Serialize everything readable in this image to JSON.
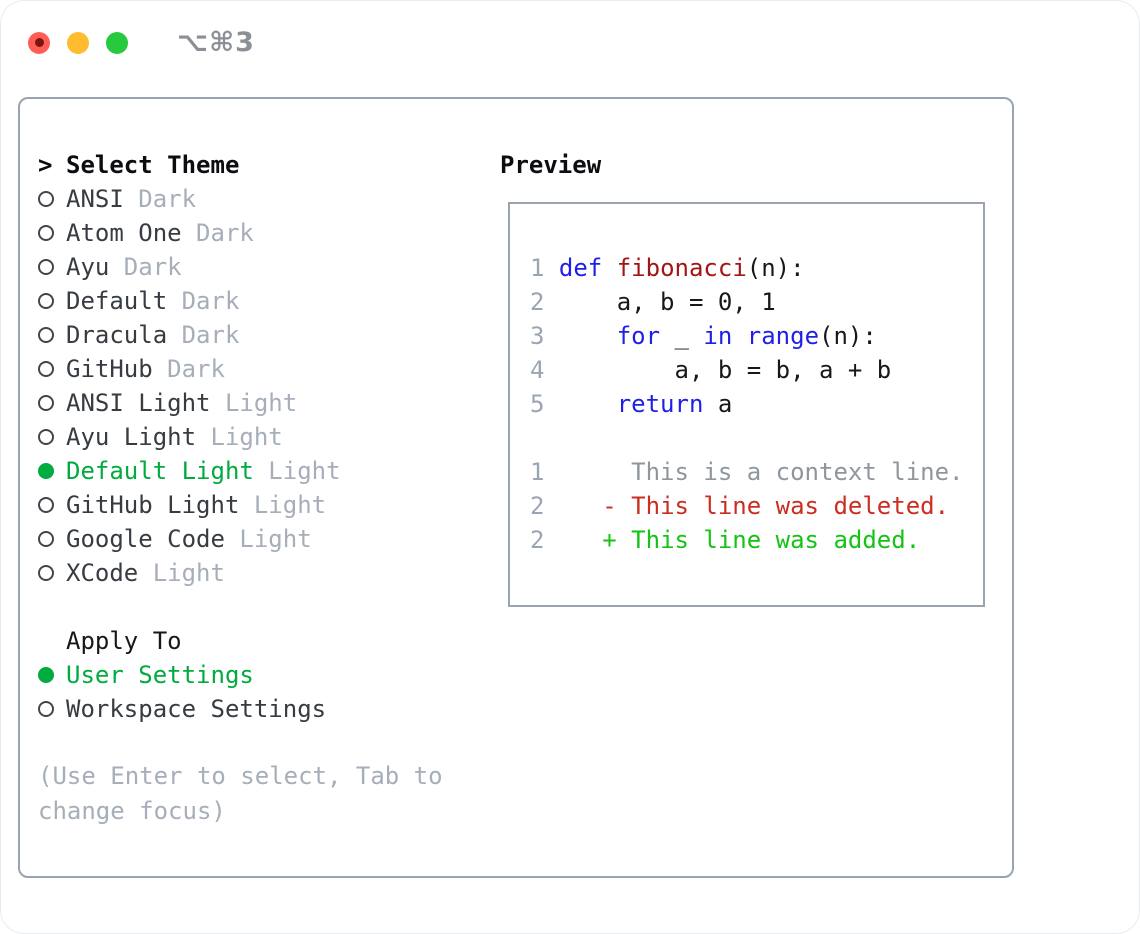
{
  "window": {
    "shortcut": "⌥⌘3",
    "traffic_lights": [
      {
        "name": "close",
        "color": "#ff5d55",
        "has_dot": true
      },
      {
        "name": "minimize",
        "color": "#febc2e",
        "has_dot": false
      },
      {
        "name": "zoom",
        "color": "#28c83f",
        "has_dot": false
      }
    ]
  },
  "colors": {
    "selection_green": "#00ab3f",
    "added_green": "#13c413",
    "deleted_red": "#cb2d20",
    "keyword_blue": "#1f1fe8",
    "function_red": "#a31515",
    "muted_gray": "#a6aeb9",
    "border_gray": "#9aa3b0"
  },
  "theme_list": {
    "prompt": ">",
    "title": "Select Theme",
    "items": [
      {
        "name": "ANSI",
        "variant": "Dark",
        "selected": false
      },
      {
        "name": "Atom One",
        "variant": "Dark",
        "selected": false
      },
      {
        "name": "Ayu",
        "variant": "Dark",
        "selected": false
      },
      {
        "name": "Default",
        "variant": "Dark",
        "selected": false
      },
      {
        "name": "Dracula",
        "variant": "Dark",
        "selected": false
      },
      {
        "name": "GitHub",
        "variant": "Dark",
        "selected": false
      },
      {
        "name": "ANSI Light",
        "variant": "Light",
        "selected": false
      },
      {
        "name": "Ayu Light",
        "variant": "Light",
        "selected": false
      },
      {
        "name": "Default Light",
        "variant": "Light",
        "selected": true
      },
      {
        "name": "GitHub Light",
        "variant": "Light",
        "selected": false
      },
      {
        "name": "Google Code",
        "variant": "Light",
        "selected": false
      },
      {
        "name": "XCode",
        "variant": "Light",
        "selected": false
      }
    ]
  },
  "apply_to": {
    "title": "Apply To",
    "options": [
      {
        "name": "User Settings",
        "selected": true
      },
      {
        "name": "Workspace Settings",
        "selected": false
      }
    ]
  },
  "help": "(Use Enter to select, Tab to change focus)",
  "preview": {
    "title": "Preview",
    "lines": [
      [
        {
          "t": "1 ",
          "s": "ln"
        },
        {
          "t": "def",
          "s": "kw"
        },
        {
          "t": " ",
          "s": "pl"
        },
        {
          "t": "fibonacci",
          "s": "fn"
        },
        {
          "t": "(n):",
          "s": "pl"
        }
      ],
      [
        {
          "t": "2 ",
          "s": "ln"
        },
        {
          "t": "    a, b = 0, 1",
          "s": "pl"
        }
      ],
      [
        {
          "t": "3 ",
          "s": "ln"
        },
        {
          "t": "    ",
          "s": "pl"
        },
        {
          "t": "for",
          "s": "kw"
        },
        {
          "t": " _ ",
          "s": "pl"
        },
        {
          "t": "in",
          "s": "kw"
        },
        {
          "t": " ",
          "s": "pl"
        },
        {
          "t": "range",
          "s": "kw"
        },
        {
          "t": "(n):",
          "s": "pl"
        }
      ],
      [
        {
          "t": "4 ",
          "s": "ln"
        },
        {
          "t": "        a, b = b, a + b",
          "s": "pl"
        }
      ],
      [
        {
          "t": "5 ",
          "s": "ln"
        },
        {
          "t": "    ",
          "s": "pl"
        },
        {
          "t": "return",
          "s": "kw"
        },
        {
          "t": " a",
          "s": "pl"
        }
      ],
      [],
      [
        {
          "t": "1 ",
          "s": "ln"
        },
        {
          "t": "     ",
          "s": "pl"
        },
        {
          "t": "This is a context line.",
          "s": "ctx"
        }
      ],
      [
        {
          "t": "2 ",
          "s": "ln"
        },
        {
          "t": "   ",
          "s": "pl"
        },
        {
          "t": "- This line was deleted.",
          "s": "del"
        }
      ],
      [
        {
          "t": "2 ",
          "s": "ln"
        },
        {
          "t": "   ",
          "s": "pl"
        },
        {
          "t": "+ This line was added.",
          "s": "add"
        }
      ]
    ]
  }
}
